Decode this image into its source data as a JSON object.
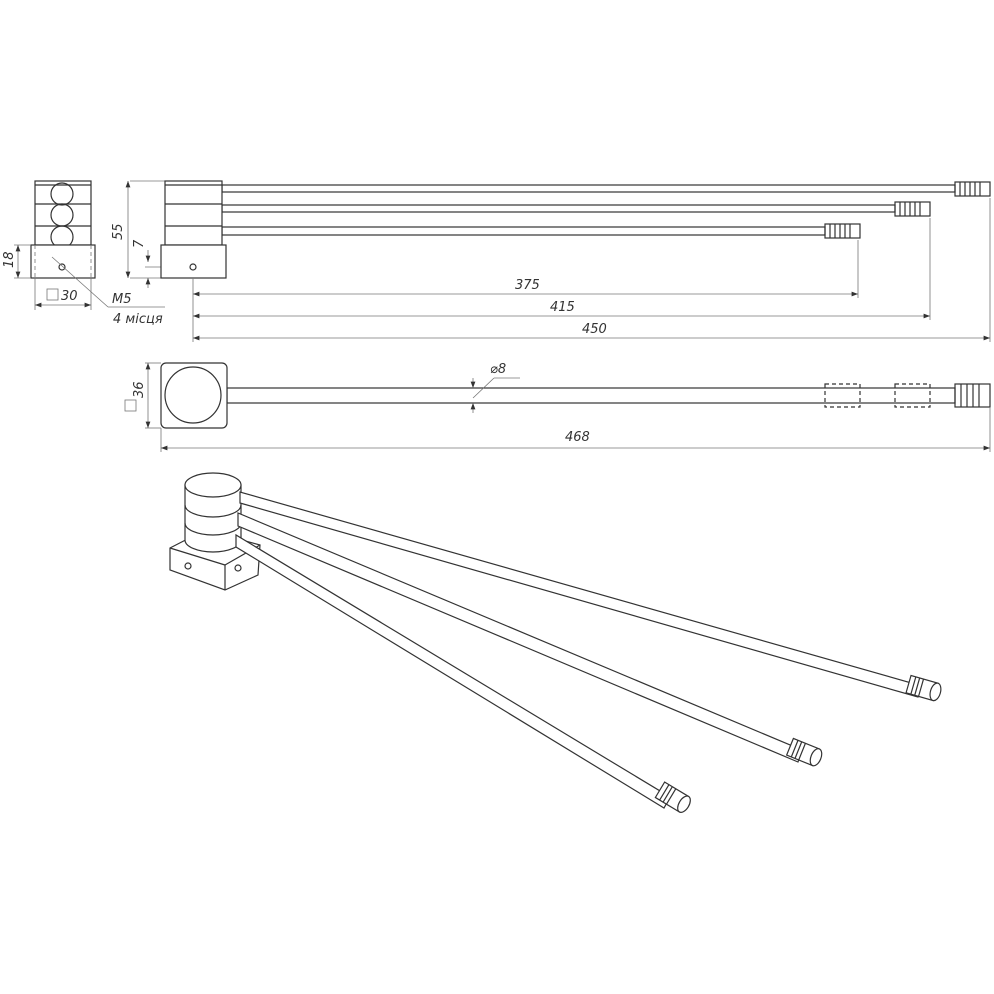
{
  "dimensions": {
    "height_total": "55",
    "hole_offset": "7",
    "base_height": "18",
    "base_square": "30",
    "thread": "M5",
    "thread_count": "4 місця",
    "len_short": "375",
    "len_mid": "415",
    "len_long": "450",
    "top_square": "36",
    "rod_diameter": "⌀8",
    "len_overall": "468"
  }
}
